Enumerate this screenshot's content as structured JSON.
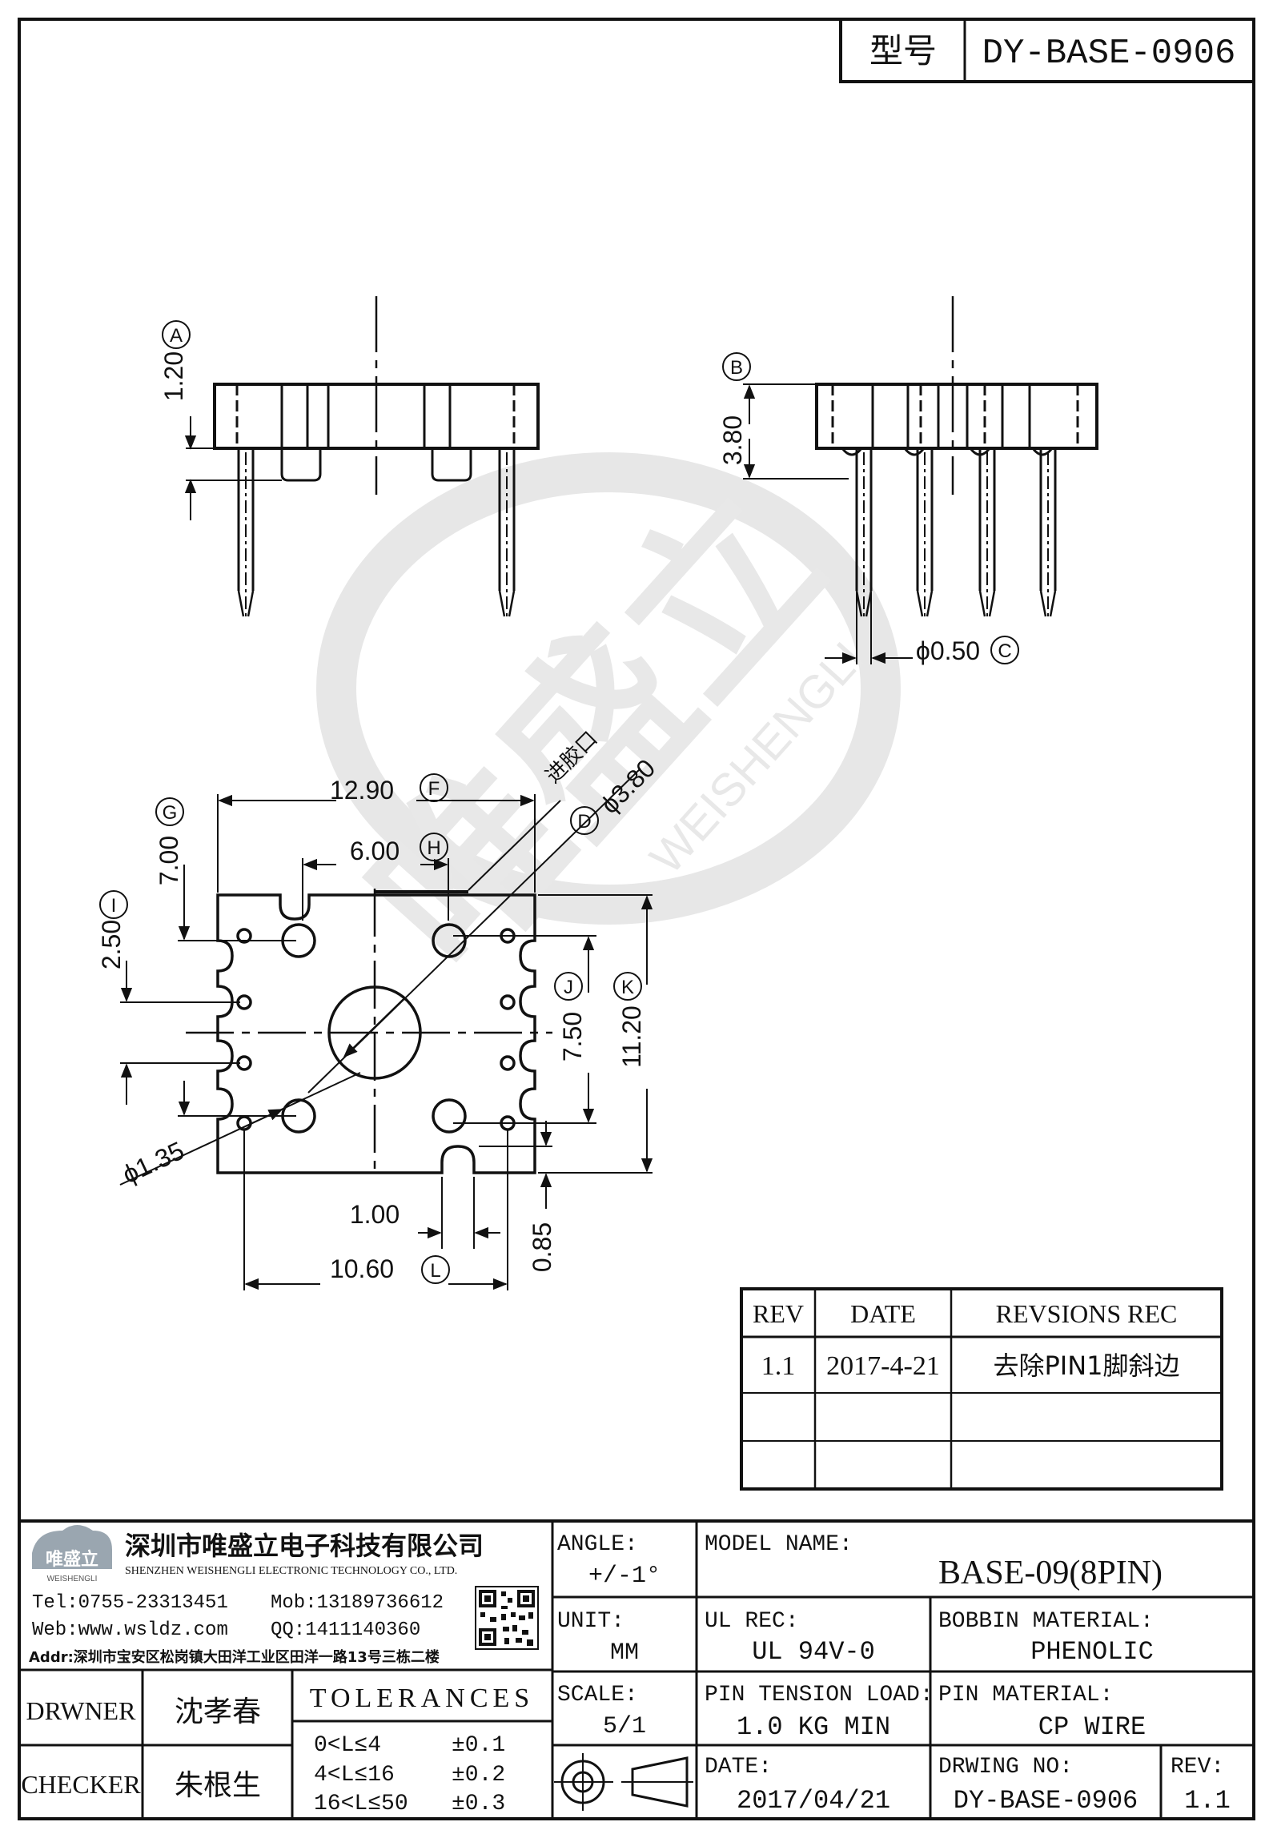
{
  "header": {
    "model_label": "型号",
    "model_value": "DY-BASE-0906"
  },
  "watermark": {
    "cn": "唯盛立",
    "en": "WEISHENGLI"
  },
  "dimensions": {
    "a_value": "1.20",
    "a_tag": "A",
    "b_value": "3.80",
    "b_tag": "B",
    "c_value": "ϕ0.50",
    "c_tag": "C",
    "d_value": "ϕ3.80",
    "d_tag": "D",
    "inlet_note": "进胶口",
    "f_value": "12.90",
    "f_tag": "F",
    "g_value": "7.00",
    "g_tag": "G",
    "h_value": "6.00",
    "h_tag": "H",
    "i_value": "2.50",
    "i_tag": "I",
    "j_value": "7.50",
    "j_tag": "J",
    "k_value": "11.20",
    "k_tag": "K",
    "hole_value": "ϕ1.35",
    "slot_value": "1.00",
    "slot_depth": "0.85",
    "l_value": "10.60",
    "l_tag": "L"
  },
  "revisions": {
    "headers": [
      "REV",
      "DATE",
      "REVSIONS REC"
    ],
    "rows": [
      [
        "1.1",
        "2017-4-21",
        "去除PIN1脚斜边"
      ],
      [
        "",
        "",
        ""
      ],
      [
        "",
        "",
        ""
      ]
    ]
  },
  "company": {
    "logo_cn": "唯盛立",
    "logo_en": "WEISHENGLI",
    "name_cn": "深圳市唯盛立电子科技有限公司",
    "name_en": "SHENZHEN WEISHENGLI ELECTRONIC TECHNOLOGY CO., LTD.",
    "tel": "Tel:0755-23313451",
    "mob": "Mob:13189736612",
    "web": "Web:www.wsldz.com",
    "qq": "QQ:1411140360",
    "addr": "Addr:深圳市宝安区松岗镇大田洋工业区田洋一路13号三栋二楼"
  },
  "titleblock": {
    "angle_label": "ANGLE:",
    "angle_value": "+/-1°",
    "model_name_label": "MODEL NAME:",
    "model_name_value": "BASE-09(8PIN)",
    "unit_label": "UNIT:",
    "unit_value": "MM",
    "ul_rec_label": "UL REC:",
    "ul_rec_value": "UL 94V-0",
    "bobbin_label": "BOBBIN MATERIAL:",
    "bobbin_value": "PHENOLIC",
    "scale_label": "SCALE:",
    "scale_value": "5/1",
    "pin_tension_label": "PIN TENSION LOAD:",
    "pin_tension_value": "1.0 KG MIN",
    "pin_material_label": "PIN MATERIAL:",
    "pin_material_value": "CP WIRE",
    "date_label": "DATE:",
    "date_value": "2017/04/21",
    "drwing_no_label": "DRWING NO:",
    "drwing_no_value": "DY-BASE-0906",
    "rev_label": "REV:",
    "rev_value": "1.1",
    "drawer_label": "DRWNER",
    "drawer_value": "沈孝春",
    "checker_label": "CHECKER",
    "checker_value": "朱根生",
    "tolerances_label": "TOLERANCES",
    "tol_rows": [
      {
        "range": "0<L≤4",
        "tol": "±0.1"
      },
      {
        "range": "4<L≤16",
        "tol": "±0.2"
      },
      {
        "range": "16<L≤50",
        "tol": "±0.3"
      }
    ]
  }
}
